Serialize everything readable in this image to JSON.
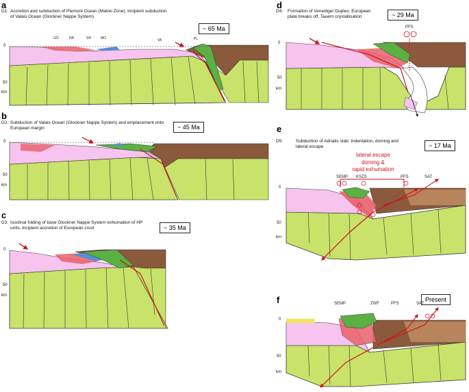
{
  "panels": {
    "a": {
      "letter": "a",
      "stage": "D1:",
      "text": "Accretion and subduction of Piemont Ocean (Matrei Zone), incipient subduction of Valais Ocean (Glockner Nappe System)",
      "age": "~ 65 Ma",
      "labels": [
        "GÖ",
        "HA",
        "SR",
        "MO",
        "VA",
        "PL"
      ]
    },
    "b": {
      "letter": "b",
      "stage": "D2:",
      "text": "Subduction of Valais Ocean (Glockner Nappe System) and emplacement onto European margin",
      "age": "~ 45 Ma"
    },
    "c": {
      "letter": "c",
      "stage": "D3:",
      "text": "Isoclinal folding of base Glockner Nappe System exhumation of HP units, incipient accretion of European crust",
      "age": "~ 35 Ma"
    },
    "d": {
      "letter": "d",
      "stage": "D4:",
      "text": "Formation of Venediger Duplex, European plate breaks off, Tauern crystallisation",
      "age": "~ 29 Ma",
      "labels": [
        "PFS"
      ]
    },
    "e": {
      "letter": "e",
      "stage": "D5:",
      "text": "Subduction of Adriatic slab; Indentation, doming and lateral escape",
      "age": "~ 17 Ma",
      "red_text": [
        "lateral escape",
        "doming &",
        "rapid exhumation"
      ],
      "labels": [
        "SEMP",
        "KSZS",
        "PFS",
        "SAT"
      ]
    },
    "f": {
      "letter": "f",
      "age": "Present",
      "labels": [
        "SEMP",
        "ZWF",
        "PFS",
        "SAT"
      ]
    }
  },
  "axis": {
    "zero": "0",
    "fifty": "50",
    "unit": "km"
  },
  "colors": {
    "mantle": "#c8e26a",
    "european_crust": "#f6c4ee",
    "adriatic": "#8b5a3c",
    "adriatic_light": "#b8845c",
    "green": "#5bb043",
    "red": "#e8626a",
    "blue": "#5a8ed8",
    "subduction_line": "#d0101a"
  }
}
